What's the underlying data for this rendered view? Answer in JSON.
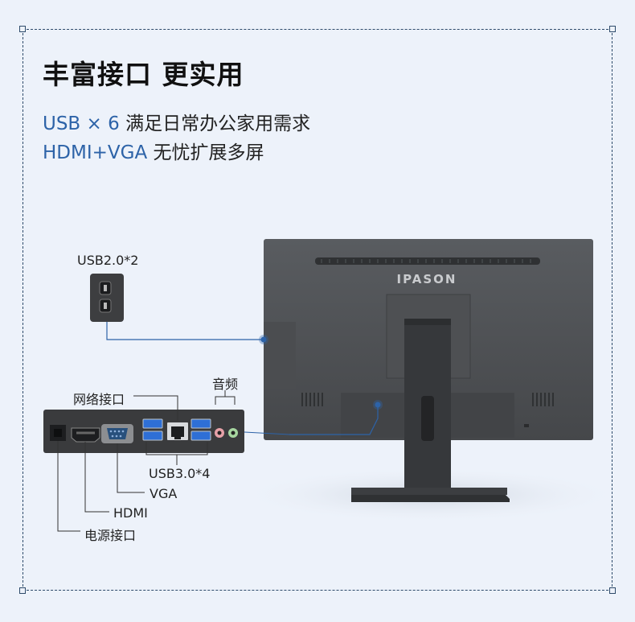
{
  "title": "丰富接口 更实用",
  "line1": {
    "highlight": "USB × 6",
    "text": "满足日常办公家用需求"
  },
  "line2": {
    "highlight": "HDMI+VGA",
    "text": "无忧扩展多屏"
  },
  "brand": "IPASON",
  "labels": {
    "usb2": "USB2.0*2",
    "network": "网络接口",
    "audio": "音频",
    "usb3": "USB3.0*4",
    "vga": "VGA",
    "hdmi": "HDMI",
    "power": "电源接口"
  },
  "colors": {
    "accent": "#2d63a8",
    "monitor": "#505356",
    "port_panel": "#3a3b3d",
    "usb3_blue": "#2e6fd6"
  }
}
